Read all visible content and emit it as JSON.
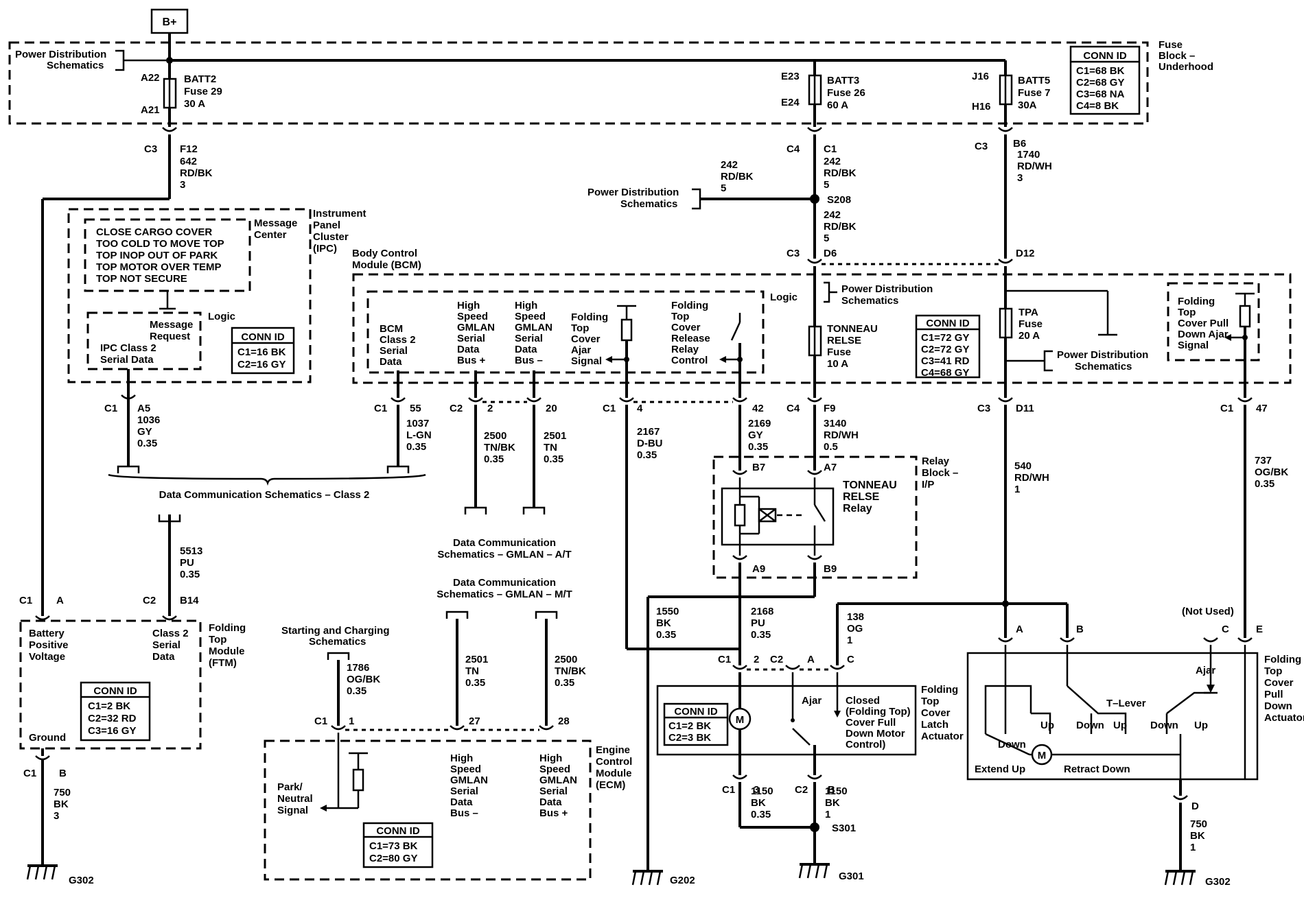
{
  "top": {
    "bplus": "B+",
    "pds": [
      "Power Distribution",
      "Schematics"
    ],
    "fuse_block": [
      "Fuse",
      "Block –",
      "Underhood"
    ]
  },
  "fuses": [
    {
      "name": "BATT2",
      "fuse": "Fuse 29",
      "amp": "30 A",
      "top": "A22",
      "bot": "A21"
    },
    {
      "name": "BATT3",
      "fuse": "Fuse 26",
      "amp": "60 A",
      "top": "E23",
      "bot": "E24"
    },
    {
      "name": "BATT5",
      "fuse": "Fuse 7",
      "amp": "30A",
      "top": "J16",
      "bot": "H16"
    }
  ],
  "fuse_conn": {
    "title": "CONN ID",
    "lines": [
      "C1=68 BK",
      "C2=68 GY",
      "C3=68 NA",
      "C4=8 BK"
    ]
  },
  "wires": {
    "w642": [
      "642",
      "RD/BK",
      "3"
    ],
    "w242a": [
      "242",
      "RD/BK",
      "5"
    ],
    "w242b": [
      "242",
      "RD/BK",
      "5"
    ],
    "w242c": [
      "242",
      "RD/BK",
      "5"
    ],
    "w1740": [
      "1740",
      "RD/WH",
      "3"
    ],
    "w1036": [
      "1036",
      "GY",
      "0.35"
    ],
    "w1037": [
      "1037",
      "L-GN",
      "0.35"
    ],
    "w2500a": [
      "2500",
      "TN/BK",
      "0.35"
    ],
    "w2501a": [
      "2501",
      "TN",
      "0.35"
    ],
    "w2167": [
      "2167",
      "D-BU",
      "0.35"
    ],
    "w2169": [
      "2169",
      "GY",
      "0.35"
    ],
    "w3140": [
      "3140",
      "RD/WH",
      "0.5"
    ],
    "w540": [
      "540",
      "RD/WH",
      "1"
    ],
    "w737": [
      "737",
      "OG/BK",
      "0.35"
    ],
    "w5513": [
      "5513",
      "PU",
      "0.35"
    ],
    "w1550": [
      "1550",
      "BK",
      "0.35"
    ],
    "w2168": [
      "2168",
      "PU",
      "0.35"
    ],
    "w138": [
      "138",
      "OG",
      "1"
    ],
    "w1786": [
      "1786",
      "OG/BK",
      "0.35"
    ],
    "w2501b": [
      "2501",
      "TN",
      "0.35"
    ],
    "w2500b": [
      "2500",
      "TN/BK",
      "0.35"
    ],
    "w750a": [
      "750",
      "BK",
      "3"
    ],
    "w1150a": [
      "1150",
      "BK",
      "0.35"
    ],
    "w1150b": [
      "1150",
      "BK",
      "1"
    ],
    "w750b": [
      "750",
      "BK",
      "1"
    ]
  },
  "splices": {
    "s208": "S208",
    "s301": "S301"
  },
  "ipc": {
    "msgs": [
      "CLOSE CARGO COVER",
      "TOO COLD TO MOVE TOP",
      "TOP INOP OUT OF PARK",
      "TOP MOTOR OVER TEMP",
      "TOP NOT SECURE"
    ],
    "msg_center": [
      "Message",
      "Center"
    ],
    "name": [
      "Instrument",
      "Panel",
      "Cluster",
      "(IPC)"
    ],
    "logic": "Logic",
    "msg_req": [
      "Message",
      "Request"
    ],
    "ipc_class2": [
      "IPC Class 2",
      "Serial Data"
    ],
    "conn": {
      "title": "CONN ID",
      "lines": [
        "C1=16 BK",
        "C2=16 GY"
      ]
    }
  },
  "bcm": {
    "name": [
      "Body Control",
      "Module (BCM)"
    ],
    "logic": "Logic",
    "pds": [
      "Power Distribution",
      "Schematics"
    ],
    "pds2": [
      "Power Distribution",
      "Schematics"
    ],
    "cols": [
      [
        "BCM",
        "Class 2",
        "Serial",
        "Data"
      ],
      [
        "High",
        "Speed",
        "GMLAN",
        "Serial",
        "Data",
        "Bus +"
      ],
      [
        "High",
        "Speed",
        "GMLAN",
        "Serial",
        "Data",
        "Bus –"
      ],
      [
        "Folding",
        "Top",
        "Cover",
        "Ajar",
        "Signal"
      ],
      [
        "Folding",
        "Top",
        "Cover",
        "Release",
        "Relay",
        "Control"
      ]
    ],
    "tonneau": [
      "TONNEAU",
      "RELSE",
      "Fuse",
      "10 A"
    ],
    "tpa": [
      "TPA",
      "Fuse",
      "20 A"
    ],
    "pull": [
      "Folding",
      "Top",
      "Cover Pull",
      "Down Ajar",
      "Signal"
    ],
    "conn": {
      "title": "CONN ID",
      "lines": [
        "C1=72 GY",
        "C2=72 GY",
        "C3=41 RD",
        "C4=68 GY"
      ]
    }
  },
  "pins": {
    "c3f12": [
      "C3",
      "F12"
    ],
    "c4c1": [
      "C4",
      "C1"
    ],
    "c3b6": [
      "C3",
      "B6"
    ],
    "c3d6": [
      "C3",
      "D6"
    ],
    "d12": "D12",
    "c1a5": [
      "C1",
      "A5"
    ],
    "c155": [
      "C1",
      "55"
    ],
    "c22": [
      "C2",
      "2"
    ],
    "p20": "20",
    "c14": [
      "C1",
      "4"
    ],
    "p42": "42",
    "c4f9": [
      "C4",
      "F9"
    ],
    "c3d11": [
      "C3",
      "D11"
    ],
    "c147": [
      "C1",
      "47"
    ],
    "b7": "B7",
    "a7": "A7",
    "a9": "A9",
    "b9": "B9",
    "c1a": [
      "C1",
      "A"
    ],
    "c2b14": [
      "C2",
      "B14"
    ],
    "c1b": [
      "C1",
      "B"
    ],
    "c12": [
      "C1",
      "2"
    ],
    "c2a": [
      "C2",
      "A"
    ],
    "c": "C",
    "c13": [
      "C1",
      "3"
    ],
    "c2b": [
      "C2",
      "B"
    ],
    "c11": [
      "C1",
      "1"
    ],
    "p27": "27",
    "p28": "28",
    "a": "A",
    "b": "B",
    "cc": "C",
    "e": "E",
    "d": "D",
    "notused": "(Not Used)"
  },
  "relay": {
    "name": [
      "Relay",
      "Block –",
      "I/P"
    ],
    "relay": [
      "TONNEAU",
      "RELSE",
      "Relay"
    ]
  },
  "refs": {
    "class2": "Data Communication Schematics – Class 2",
    "gmlan_at": [
      "Data Communication",
      "Schematics – GMLAN – A/T"
    ],
    "gmlan_mt": [
      "Data Communication",
      "Schematics – GMLAN – M/T"
    ],
    "startchg": [
      "Starting and Charging",
      "Schematics"
    ]
  },
  "ftm": {
    "name": [
      "Folding",
      "Top",
      "Module",
      "(FTM)"
    ],
    "batt": [
      "Battery",
      "Positive",
      "Voltage"
    ],
    "class2": [
      "Class 2",
      "Serial",
      "Data"
    ],
    "ground": "Ground",
    "conn": {
      "title": "CONN ID",
      "lines": [
        "C1=2 BK",
        "C2=32 RD",
        "C3=16 GY"
      ]
    }
  },
  "latch": {
    "conn": {
      "title": "CONN ID",
      "lines": [
        "C1=2 BK",
        "C2=3 BK"
      ]
    },
    "ajar": "Ajar",
    "closed": [
      "Closed",
      "(Folding Top)",
      "Cover Full",
      "Down Motor",
      "Control)"
    ],
    "name": [
      "Folding",
      "Top",
      "Cover",
      "Latch",
      "Actuator"
    ],
    "motor": "M"
  },
  "pulldown": {
    "ajar": "Ajar",
    "tlever": "T–Lever",
    "up": "Up",
    "down": "Down",
    "extend": "Extend Up",
    "retract": "Retract Down",
    "motor": "M",
    "name": [
      "Folding",
      "Top",
      "Cover",
      "Pull",
      "Down",
      "Actuator"
    ]
  },
  "ecm": {
    "park": [
      "Park/",
      "Neutral",
      "Signal"
    ],
    "busm": [
      "High",
      "Speed",
      "GMLAN",
      "Serial",
      "Data",
      "Bus –"
    ],
    "busp": [
      "High",
      "Speed",
      "GMLAN",
      "Serial",
      "Data",
      "Bus +"
    ],
    "name": [
      "Engine",
      "Control",
      "Module",
      "(ECM)"
    ],
    "conn": {
      "title": "CONN ID",
      "lines": [
        "C1=73 BK",
        "C2=80 GY"
      ]
    }
  },
  "grounds": {
    "g302a": "G302",
    "g202": "G202",
    "g301": "G301",
    "g302b": "G302"
  }
}
